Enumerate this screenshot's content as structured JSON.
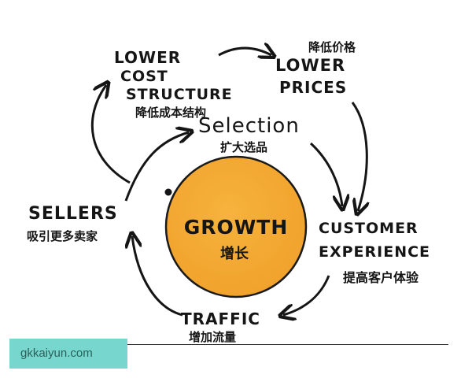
{
  "diagram": {
    "center": {
      "label_en": "GROWTH",
      "label_cn": "增长",
      "fill_color": "#F0A12B"
    },
    "nodes": {
      "lower_cost": {
        "line1": "LOWER",
        "line2": "COST",
        "line3": "STRUCTURE",
        "cn": "降低成本结构"
      },
      "lower_prices": {
        "line1": "LOWER",
        "line2": "PRICES",
        "cn": "降低价格"
      },
      "selection": {
        "en": "Selection",
        "cn": "扩大选品"
      },
      "customer_experience": {
        "line1": "CUSTOMER",
        "line2": "EXPERIENCE",
        "cn": "提高客户体验"
      },
      "traffic": {
        "en": "TRAFFIC",
        "cn": "增加流量"
      },
      "sellers": {
        "en": "SELLERS",
        "cn": "吸引更多卖家"
      }
    }
  },
  "watermark": {
    "text": "gkkaiyun.com",
    "color": "#77D7CF"
  }
}
